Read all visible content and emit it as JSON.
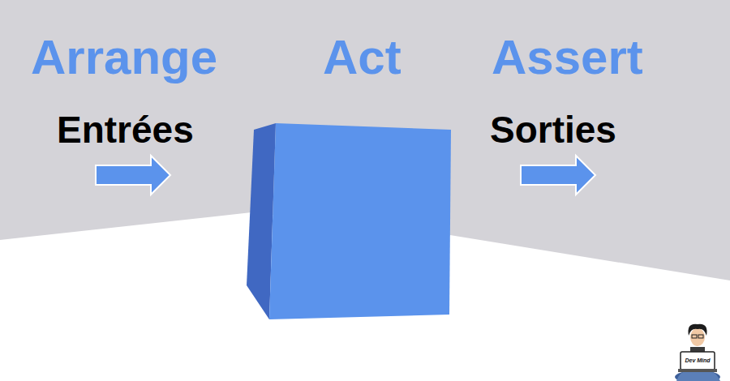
{
  "diagram": {
    "labels": [
      "Arrange",
      "Act",
      "Assert",
      "Entrées",
      "Sorties",
      "Dev Mind"
    ]
  }
}
